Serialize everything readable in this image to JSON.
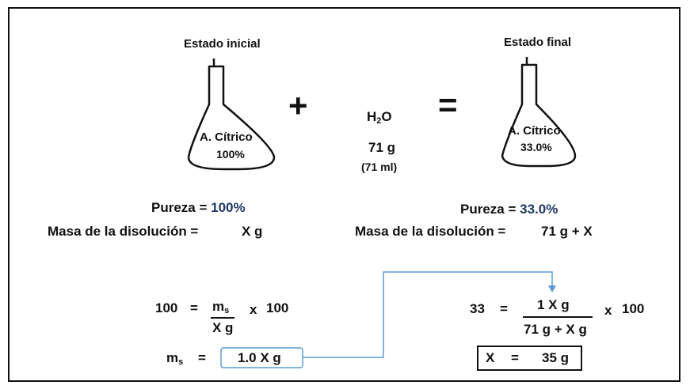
{
  "initial": {
    "title": "Estado inicial",
    "flask_label": "A. Cítrico",
    "flask_percent": "100%",
    "purity_label": "Pureza =",
    "purity_value": "100%",
    "mass_label": "Masa de la disolución =",
    "mass_value": "X g"
  },
  "operator_plus": "+",
  "operator_equals": "=",
  "water": {
    "formula_main": "H",
    "formula_sub": "2",
    "formula_end": "O",
    "mass": "71 g",
    "volume": "(71 ml)"
  },
  "final": {
    "title": "Estado final",
    "flask_label": "A. Cítrico",
    "flask_percent": "33.0%",
    "purity_label": "Pureza =",
    "purity_value": "33.0%",
    "mass_label": "Masa de la disolución =",
    "mass_value": "71 g + X"
  },
  "left_eq": {
    "lhs": "100",
    "eq": "=",
    "num_main": "m",
    "num_sub": "s",
    "den": "X g",
    "times": "x",
    "factor": "100",
    "ms_main": "m",
    "ms_sub": "s",
    "ms_eq": "=",
    "ms_result": "1.0 X g"
  },
  "right_eq": {
    "lhs": "33",
    "eq": "=",
    "num": "1 X g",
    "den": "71 g  + X g",
    "times": "x",
    "factor": "100",
    "answer_var": "X",
    "answer_eq": "=",
    "answer_value": "35 g"
  },
  "colors": {
    "blue_text": "#1f3864",
    "connector": "#5b9bd5",
    "box_border": "#5b9bd5"
  }
}
